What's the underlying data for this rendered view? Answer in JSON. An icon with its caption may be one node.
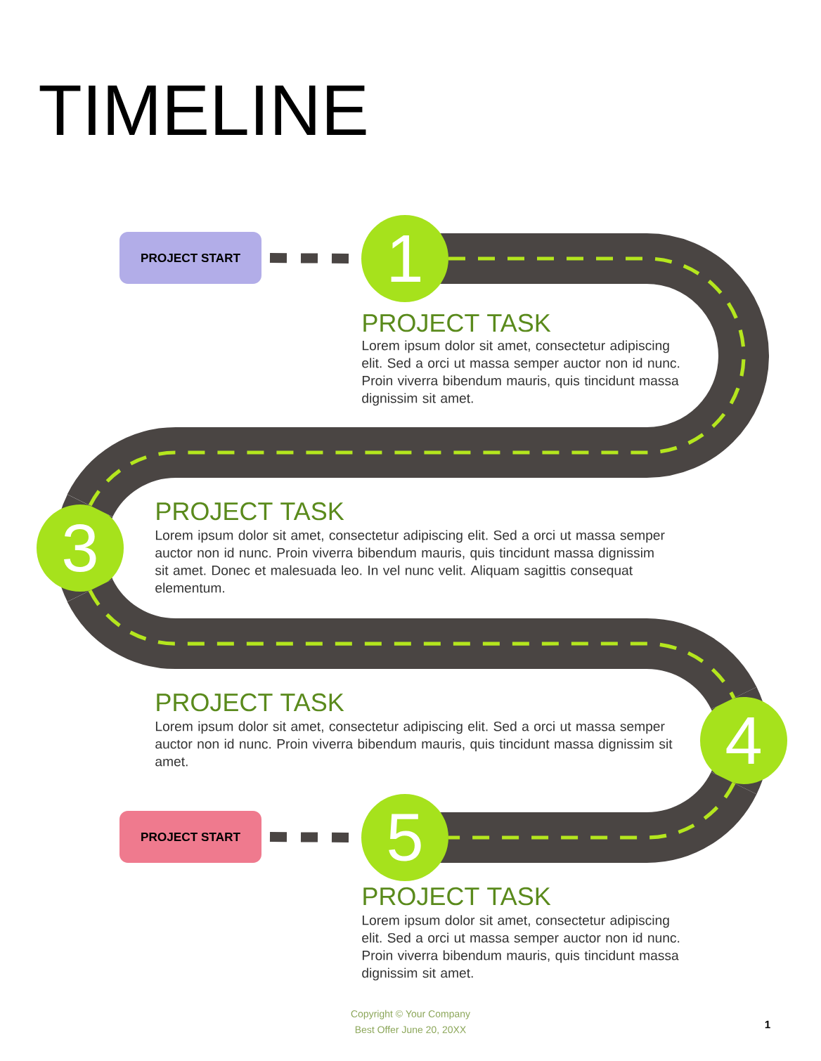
{
  "diagram": {
    "title": "TIMELINE",
    "nodes": [
      {
        "text": [
          "PROJECT START"
        ]
      },
      {
        "text": [
          "1"
        ],
        "beside": [
          "PROJECT TASK",
          "Lorem ipsum dolor sit amet, consectetur adipiscing elit. Sed a orci ut massa semper auctor non id nunc. Proin viverra bibendum mauris, quis tincidunt massa dignissim sit amet."
        ]
      },
      {
        "text": [
          "3"
        ],
        "beside": [
          "PROJECT TASK",
          "Lorem ipsum dolor sit amet, consectetur adipiscing elit. Sed a orci ut massa semper auctor non id nunc. Proin viverra bibendum mauris, quis tincidunt massa dignissim sit amet. Donec et malesuada leo. In vel nunc velit. Aliquam sagittis consequat elementum."
        ]
      },
      {
        "text": [
          "4"
        ],
        "beside": [
          "PROJECT TASK",
          "Lorem ipsum dolor sit amet, consectetur adipiscing elit. Sed a orci ut massa semper auctor non id nunc. Proin viverra bibendum mauris, quis tincidunt massa dignissim sit amet."
        ]
      },
      {
        "text": [
          "PROJECT START"
        ]
      },
      {
        "text": [
          "5"
        ],
        "beside": [
          "PROJECT TASK",
          "Lorem ipsum dolor sit amet, consectetur adipiscing elit. Sed a orci ut massa semper auctor non id nunc. Proin viverra bibendum mauris, quis tincidunt massa dignissim sit amet."
        ]
      }
    ],
    "edges": [
      {
        "from": 0,
        "to": 1,
        "arrow": "none",
        "style": "dashed"
      },
      {
        "from": 1,
        "to": 2,
        "arrow": "none"
      },
      {
        "from": 2,
        "to": 3,
        "arrow": "none"
      },
      {
        "from": 3,
        "to": 5,
        "arrow": "none"
      },
      {
        "from": 4,
        "to": 5,
        "arrow": "none",
        "style": "dashed"
      }
    ],
    "labels": [
      "Copyright © Your Company",
      "Best Offer June 20, 20XX",
      "1"
    ]
  }
}
